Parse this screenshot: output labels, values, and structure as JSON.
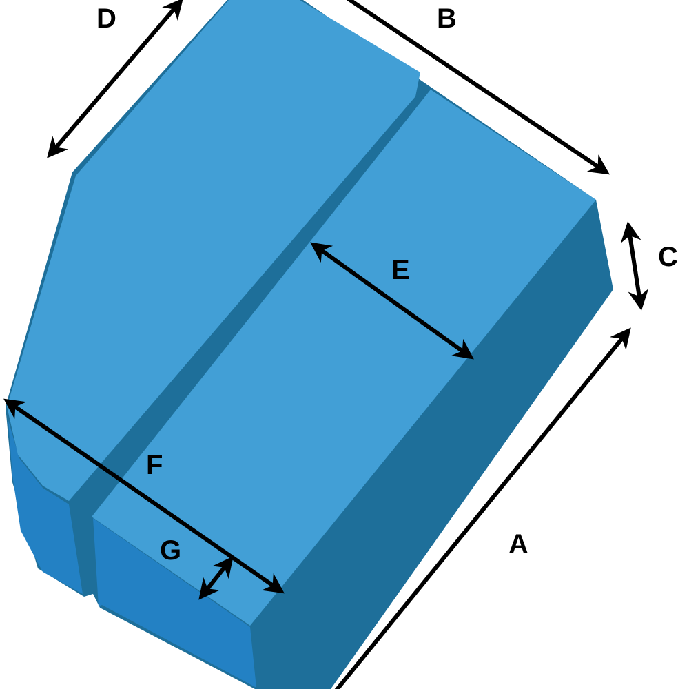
{
  "diagram": {
    "labels": {
      "A": "A",
      "B": "B",
      "C": "C",
      "D": "D",
      "E": "E",
      "F": "F",
      "G": "G"
    },
    "colors": {
      "top_face": "#429fd6",
      "side_face": "#1e6f9a",
      "front_face": "#2381c4",
      "arrow": "#000000"
    }
  }
}
